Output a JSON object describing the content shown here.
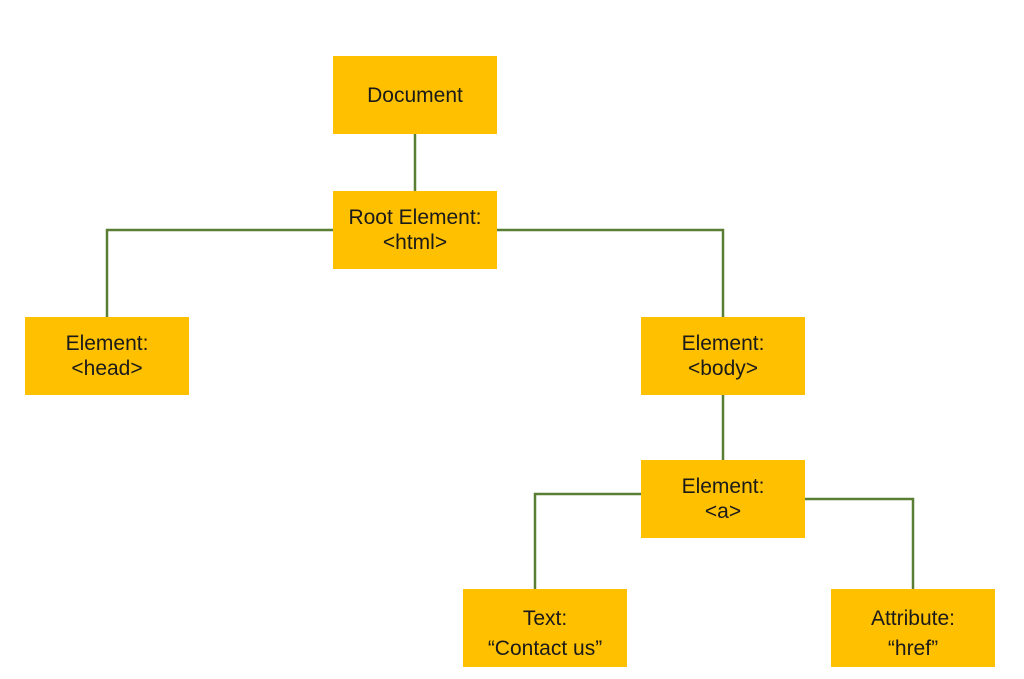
{
  "nodes": {
    "document": "Document",
    "root_html": "Root Element:\n<html>",
    "head": "Element:\n<head>",
    "body": "Element:\n<body>",
    "a": "Element:\n<a>",
    "text": "Text:\n“Contact us”",
    "attribute": "Attribute:\n“href”"
  },
  "colors": {
    "node_fill": "#ffc000",
    "connector": "#5a7f34"
  }
}
